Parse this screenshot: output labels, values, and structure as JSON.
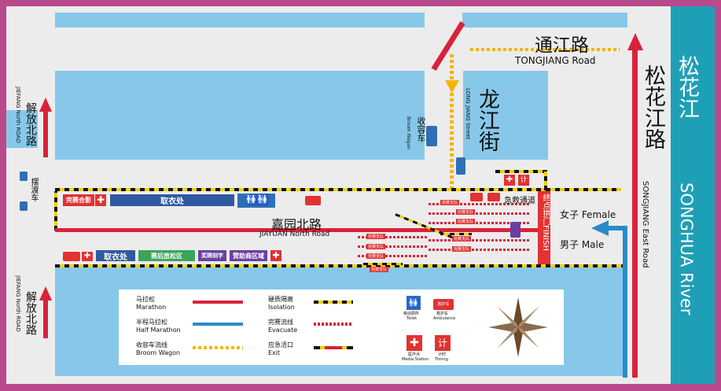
{
  "streets": {
    "tongjiang": {
      "cn": "通江路",
      "en": "TONGJIANG Road"
    },
    "longjiang": {
      "cn": "龙江街",
      "en": "LONG JIANG Street"
    },
    "jiayuan": {
      "cn": "嘉园北路",
      "en": "JIAYUAN North Road"
    },
    "songjiang": {
      "cn": "松花江路",
      "en": "SONGJIANG East Road"
    },
    "jiefang_top": {
      "cn": "解放北路",
      "en": "JIEFANG North ROAD"
    },
    "jiefang_bottom": {
      "cn": "解放北路",
      "en": "JIEFANG North ROAD"
    },
    "river": {
      "cn": "松花江",
      "en": "SONGHUA River"
    }
  },
  "facilities": {
    "shuttle": "摆渡车",
    "broom_wagon_cn": "收容车",
    "broom_wagon_en": "Broom Wagon",
    "finish_banner": "终点拱门FINISH",
    "emergency_lane": "急救通道",
    "female": "女子 Female",
    "male": "男子 Male",
    "timing_short": "计",
    "ambulance_short": "救护车",
    "finisher_photo": "完赛合影",
    "bag_pickup_top": "取衣处",
    "bag_pickup_bottom": "取衣处",
    "post_race_area": "赛后放松区",
    "medal_engraving": "奖牌刻字",
    "sponsor_area": "赞助商区域",
    "finish_lane_label": "完赛支队"
  },
  "legend": {
    "marathon_cn": "马拉松",
    "marathon_en": "Marathon",
    "half_cn": "半程马拉松",
    "half_en": "Half Marathon",
    "broom_cn": "收容车流线",
    "broom_en": "Broom Wagon",
    "isolation_cn": "硬质隔离",
    "isolation_en": "Isolation",
    "evacuate_cn": "完赛流线",
    "evacuate_en": "Evacuate",
    "exit_cn": "应急活口",
    "exit_en": "Exit",
    "toilet_cn": "移动厕所",
    "toilet_en": "Toilet",
    "ambulance_cn": "救护车",
    "ambulance_en": "Ambulance",
    "medical_cn": "医疗点",
    "medical_en": "Media Station",
    "timing_cn": "计时",
    "timing_en": "Timing"
  },
  "colors": {
    "frame": "#b94a8c",
    "block": "#87c8ea",
    "road": "#ececec",
    "marathon": "#d9223a",
    "half": "#2b8bc9",
    "broom": "#f6b400",
    "river": "#1f9fb6",
    "tag_blue": "#2f5aa0",
    "tag_green": "#3aa55a",
    "tag_purple": "#6a3fa0"
  },
  "icons": [
    "compass-rose-icon",
    "toilet-icon",
    "ambulance-icon",
    "medical-cross-icon",
    "timing-icon",
    "bus-icon",
    "arrow-up-icon",
    "arrow-left-icon"
  ]
}
